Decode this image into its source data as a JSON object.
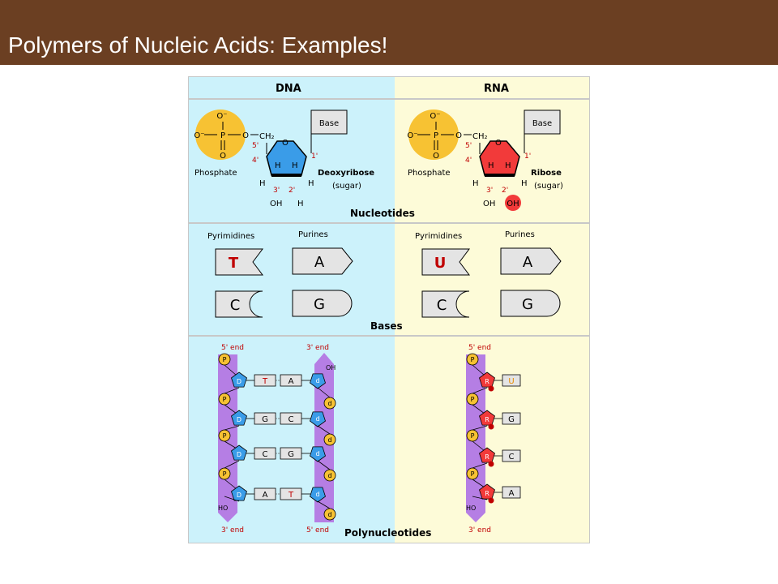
{
  "slide": {
    "title": "Polymers of Nucleic Acids: Examples!"
  },
  "colors": {
    "title_bar": "#6b3f22",
    "dna_panel": "#ccf2fb",
    "rna_panel": "#fdfbd8",
    "phosphate": "#f7c233",
    "deoxyribose": "#3a9ce8",
    "ribose": "#f23a3a",
    "backbone": "#b57ee4",
    "base_fill": "#e4e4e4"
  },
  "figure": {
    "headers": {
      "dna": "DNA",
      "rna": "RNA"
    },
    "nucleotides": {
      "label": "Nucleotides",
      "dna": {
        "phosphate_label": "Phosphate",
        "sugar_name": "Deoxyribose",
        "sugar_note": "(sugar)",
        "base_label": "Base",
        "c2_group": "H"
      },
      "rna": {
        "phosphate_label": "Phosphate",
        "sugar_name": "Ribose",
        "sugar_note": "(sugar)",
        "base_label": "Base",
        "c2_group": "OH"
      },
      "phosphate_atoms": {
        "o_minus": "O⁻",
        "p": "P",
        "o": "O",
        "ch2": "CH₂",
        "o_ring": "O"
      },
      "carbon_labels": [
        "5'",
        "4'",
        "3'",
        "2'",
        "1'"
      ]
    },
    "bases": {
      "label": "Bases",
      "dna": {
        "pyrimidines_label": "Pyrimidines",
        "purines_label": "Purines",
        "pyrimidines": [
          "T",
          "C"
        ],
        "purines": [
          "A",
          "G"
        ]
      },
      "rna": {
        "pyrimidines_label": "Pyrimidines",
        "purines_label": "Purines",
        "pyrimidines": [
          "U",
          "C"
        ],
        "purines": [
          "A",
          "G"
        ]
      }
    },
    "polynucleotides": {
      "label": "Polynucleotides",
      "dna": {
        "left_strand_top": "5' end",
        "left_strand_bottom": "3' end",
        "right_strand_top": "3' end",
        "right_strand_bottom": "5' end",
        "ho_label": "HO",
        "oh_label": "OH",
        "phosphate_letter": "P",
        "left_sugar_letter": "D",
        "right_sugar_letter": "d",
        "base_pairs": [
          [
            "T",
            "A"
          ],
          [
            "G",
            "C"
          ],
          [
            "C",
            "G"
          ],
          [
            "A",
            "T"
          ]
        ]
      },
      "rna": {
        "strand_top": "5' end",
        "strand_bottom": "3' end",
        "ho_label": "HO",
        "phosphate_letter": "P",
        "sugar_letter": "R",
        "bases": [
          "U",
          "G",
          "C",
          "A"
        ]
      }
    }
  }
}
